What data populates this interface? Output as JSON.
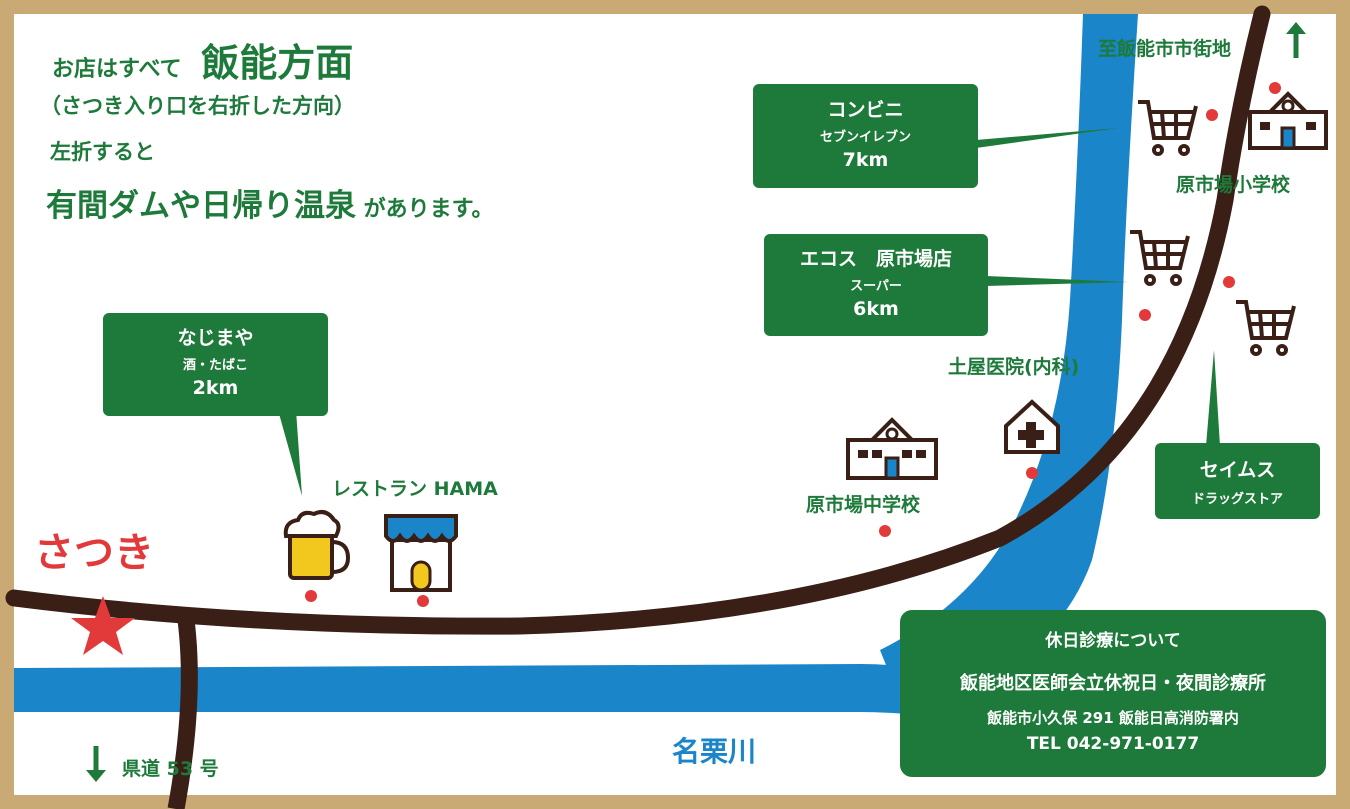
{
  "intro": {
    "line1_prefix": "お店はすべて",
    "line1_emph": "飯能方面",
    "line2": "（さつき入り口を右折した方向）",
    "line3": "左折すると",
    "line4_emph": "有間ダムや日帰り温泉",
    "line4_suffix": "があります。"
  },
  "north_label": "至飯能市市街地",
  "south_label": "県道 53 号",
  "satsuki_label": "さつき",
  "river_label": "名栗川",
  "callouts": {
    "nazimaya": {
      "name": "なじまや",
      "sub": "酒・たばこ",
      "dist": "2km"
    },
    "conbini": {
      "name": "コンビニ",
      "sub": "セブンイレブン",
      "dist": "7km"
    },
    "ecos": {
      "name": "エコス　原市場店",
      "sub": "スーパー",
      "dist": "6km"
    },
    "seimusu": {
      "name": "セイムス",
      "sub": "ドラッグストア"
    }
  },
  "labels": {
    "restaurant": "レストラン HAMA",
    "junior_high": "原市場中学校",
    "clinic": "土屋医院(内科)",
    "elementary": "原市場小学校"
  },
  "holiday_box": {
    "title": "休日診療について",
    "facility": "飯能地区医師会立休祝日・夜間診療所",
    "address": "飯能市小久保 291 飯能日高消防署内",
    "tel": "TEL 042-971-0177"
  },
  "colors": {
    "road": "#3a1f16",
    "river": "#1a86c9",
    "callout": "#1e7a3a",
    "marker": "#e23a3a",
    "frame": "#c9a974"
  }
}
